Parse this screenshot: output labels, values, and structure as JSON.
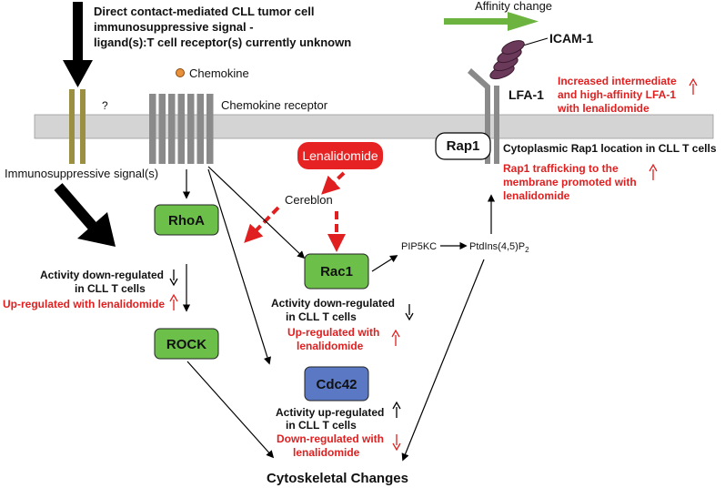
{
  "header": {
    "line1": "Direct contact-mediated CLL tumor cell",
    "line2": "immunosuppressive signal -",
    "line3": "ligand(s):T cell receptor(s) currently unknown"
  },
  "affinity_change": "Affinity change",
  "icam_label": "ICAM-1",
  "lfa_label": "LFA-1",
  "question_mark": "?",
  "chemokine_label": "Chemokine",
  "chemokine_receptor_label": "Chemokine receptor",
  "immunosuppressive_label": "Immunosuppressive signal(s)",
  "lenalidomide_label": "Lenalidomide",
  "cereblon_label": "Cereblon",
  "rap1_label": "Rap1",
  "rap1_location": "Cytoplasmic Rap1 location in CLL T cells",
  "lfa_note": [
    "Increased intermediate",
    "and high-affinity LFA-1",
    "with lenalidomide"
  ],
  "rap1_note": [
    "Rap1 trafficking to the",
    "membrane promoted with",
    "lenalidomide"
  ],
  "pip5kc": "PIP5KC",
  "ptdins": {
    "main": "PtdIns(4,5)P",
    "sub": "2"
  },
  "nodes": {
    "rhoa": "RhoA",
    "rock": "ROCK",
    "rac1": "Rac1",
    "cdc42": "Cdc42"
  },
  "rhoa_note": {
    "line1": "Activity down-regulated",
    "line2": "in CLL T cells",
    "line3": "Up-regulated with lenalidomide"
  },
  "rac1_note": {
    "line1": "Activity down-regulated",
    "line2": "in CLL T cells",
    "line3": "Up-regulated with",
    "line4": "lenalidomide"
  },
  "cdc42_note": {
    "line1": "Activity up-regulated",
    "line2": "in CLL T cells",
    "line3": "Down-regulated with",
    "line4": "lenalidomide"
  },
  "cytoskeletal": "Cytoskeletal Changes",
  "colors": {
    "green_node": "#6cc04a",
    "blue_node": "#5a78c4",
    "red": "#e02020",
    "membrane": "#d4d4d4",
    "olive": "#9b9041",
    "receptor_gray": "#8a8a8a",
    "icam_purple": "#6b3a5b",
    "affinity_green": "#6db33f",
    "chemokine_orange": "#e8903a"
  }
}
